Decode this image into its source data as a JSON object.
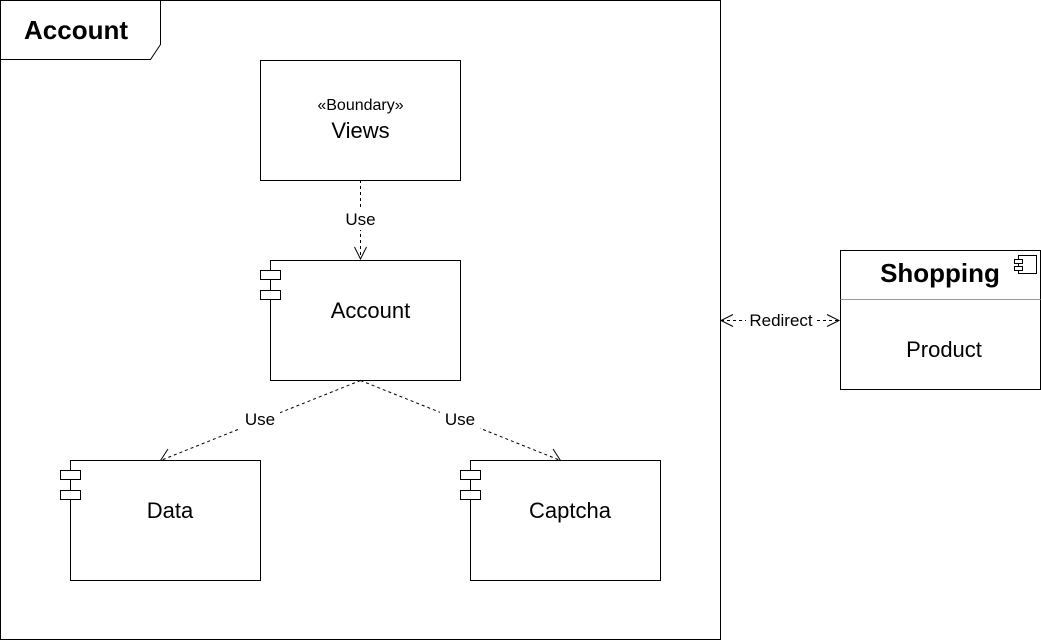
{
  "frame": {
    "title": "Account"
  },
  "components": {
    "views": {
      "stereotype": "«Boundary»",
      "name": "Views"
    },
    "account": {
      "name": "Account"
    },
    "data": {
      "name": "Data"
    },
    "captcha": {
      "name": "Captcha"
    }
  },
  "external": {
    "shopping": {
      "title": "Shopping",
      "body": "Product"
    }
  },
  "edges": {
    "views_to_account": "Use",
    "account_to_data": "Use",
    "account_to_captcha": "Use",
    "redirect": "Redirect"
  }
}
